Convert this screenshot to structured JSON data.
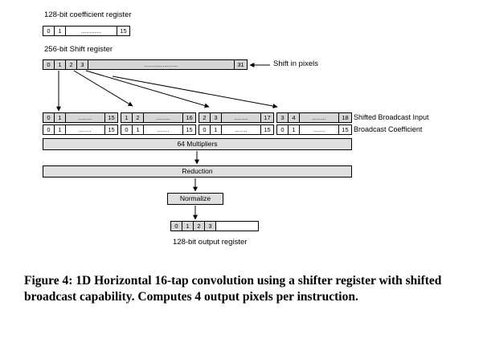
{
  "coefficient_register": {
    "title": "128-bit coefficient register",
    "cells": [
      "0",
      "1",
      "............",
      "15"
    ]
  },
  "shift_register": {
    "title": "256-bit Shift register",
    "cells": [
      "0",
      "1",
      "2",
      "3",
      "....................",
      "31"
    ],
    "shift_label": "Shift in pixels"
  },
  "groups": [
    {
      "shifted": [
        "0",
        "1",
        "........",
        "15"
      ],
      "coeff": [
        "0",
        "1",
        ".......",
        "15"
      ]
    },
    {
      "shifted": [
        "1",
        "2",
        "........",
        "16"
      ],
      "coeff": [
        "0",
        "1",
        ".......",
        "15"
      ]
    },
    {
      "shifted": [
        "2",
        "3",
        "........",
        "17"
      ],
      "coeff": [
        "0",
        "1",
        ".......",
        "15"
      ]
    },
    {
      "shifted": [
        "3",
        "4",
        "........",
        "18"
      ],
      "coeff": [
        "0",
        "1",
        ".......",
        "15"
      ]
    }
  ],
  "labels": {
    "shifted_broadcast_input": "Shifted Broadcast Input",
    "broadcast_coefficient": "Broadcast Coefficient",
    "multipliers": "64 Multipliers",
    "reduction": "Reduction",
    "normalize": "Normalize",
    "output_register": "128-bit output register"
  },
  "output_register": {
    "cells": [
      "0",
      "1",
      "2",
      "3",
      ""
    ]
  },
  "caption": "Figure 4: 1D Horizontal 16-tap convolution using a shifter register with shifted broadcast capability. Computes 4 output pixels per instruction."
}
